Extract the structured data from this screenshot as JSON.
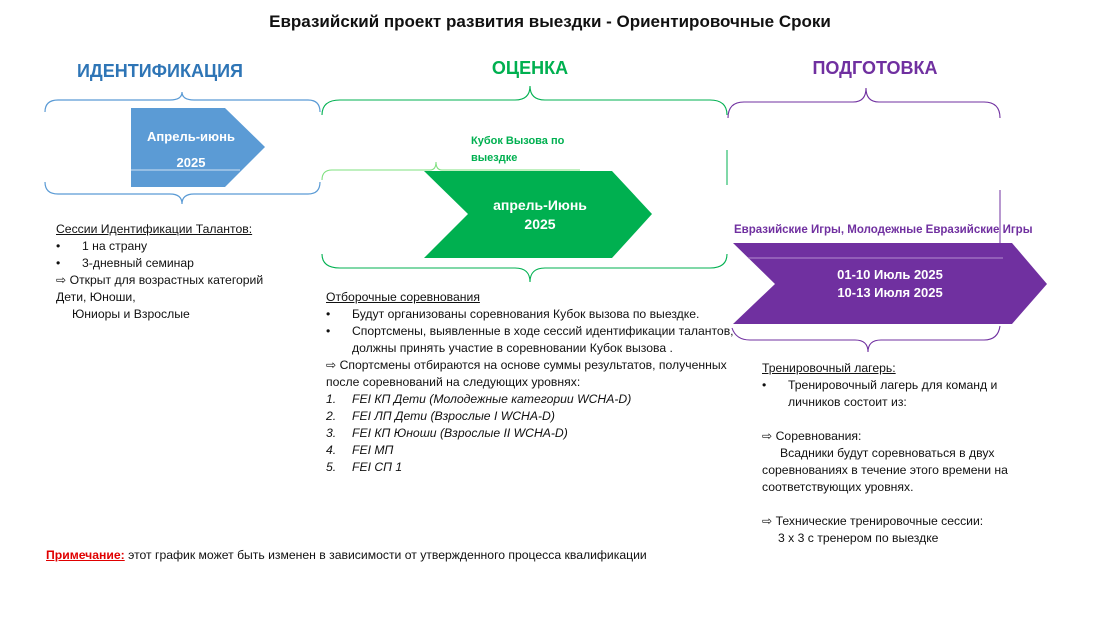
{
  "title": "Евразийский проект развития выездки -  Ориентировочные Сроки",
  "colors": {
    "identification": "#2e75b6",
    "assessment": "#00b050",
    "preparation": "#7030a0",
    "note": "#e00000",
    "blue_shape": "#5b9bd5"
  },
  "phases": {
    "identification": {
      "header": "ИДЕНТИФИКАЦИЯ",
      "arrow_line1": "Апрель-июнь",
      "arrow_line2": "2025",
      "heading": "Сессии Идентификации Талантов:",
      "bullets": [
        "1 на страну",
        "3-дневный семинар"
      ],
      "arrow_text": "Открыт для возрастных категорий",
      "line2": "Дети, Юноши,",
      "line3": "Юниоры и Взрослые"
    },
    "assessment": {
      "header": "ОЦЕНКА",
      "cup_label": "Кубок Вызова  по выездке",
      "arrow_line1": "апрель-Июнь",
      "arrow_line2": "2025",
      "heading": "Отборочные соревнования",
      "bullets": [
        "Будут организованы соревнования Кубок вызова по выездке.",
        "Спортсмены, выявленные в ходе сессий идентификации талантов, должны принять участие в соревновании Кубок вызова ."
      ],
      "arrow_text": "Спортсмены отбираются на основе суммы результатов, полученных после  соревнований на следующих уровнях:",
      "levels": [
        {
          "num": "1.",
          "text": "FEI КП Дети (Молодежные категории WCHA-D)"
        },
        {
          "num": "2.",
          "text": "FEI ЛП Дети (Взрослые I WCHA-D)"
        },
        {
          "num": "3.",
          "text": "FEI КП Юноши (Взрослые II WCHA-D)"
        },
        {
          "num": "4.",
          "text": "FEI МП"
        },
        {
          "num": "5.",
          "text": "FEI СП 1"
        }
      ]
    },
    "preparation": {
      "header": "ПОДГОТОВКА",
      "games_label": "Евразийские Игры, Молодежные Евразийские Игры",
      "arrow_line1": "01-10 Июль 2025",
      "arrow_line2": "10-13 Июля 2025",
      "heading": "Тренировочный лагерь:",
      "bullets": [
        "Тренировочный лагерь для команд и личников состоит из:"
      ],
      "competitions_label": "Соревнования:",
      "competitions_text": "Всадники будут соревноваться в двух соревнованиях  в течение этого времени на соответствующих уровнях.",
      "sessions_label": "Технические тренировочные сессии:",
      "sessions_text": "3 x 3 с тренером по выездке"
    }
  },
  "note": {
    "label": "Примечание:",
    "text": " этот график может быть изменен в зависимости от утвержденного процесса квалификации"
  }
}
